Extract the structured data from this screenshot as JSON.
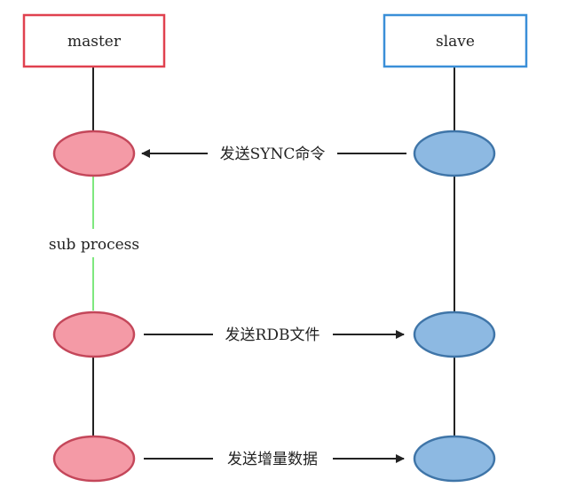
{
  "nodes": {
    "master": {
      "label": "master",
      "border_color": "#e0414f"
    },
    "slave": {
      "label": "slave",
      "border_color": "#3a8fd8"
    }
  },
  "lifelines": {
    "master_color": "#222222",
    "subprocess_color": "#7ee87e",
    "slave_color": "#222222"
  },
  "activations": {
    "master_fill": "#f49aa6",
    "master_stroke": "#c4475a",
    "slave_fill": "#8db9e2",
    "slave_stroke": "#3f75a8"
  },
  "labels": {
    "subprocess": "sub process"
  },
  "messages": [
    {
      "label": "发送SYNC命令",
      "direction": "slave-to-master"
    },
    {
      "label": "发送RDB文件",
      "direction": "master-to-slave"
    },
    {
      "label": "发送增量数据",
      "direction": "master-to-slave"
    }
  ]
}
